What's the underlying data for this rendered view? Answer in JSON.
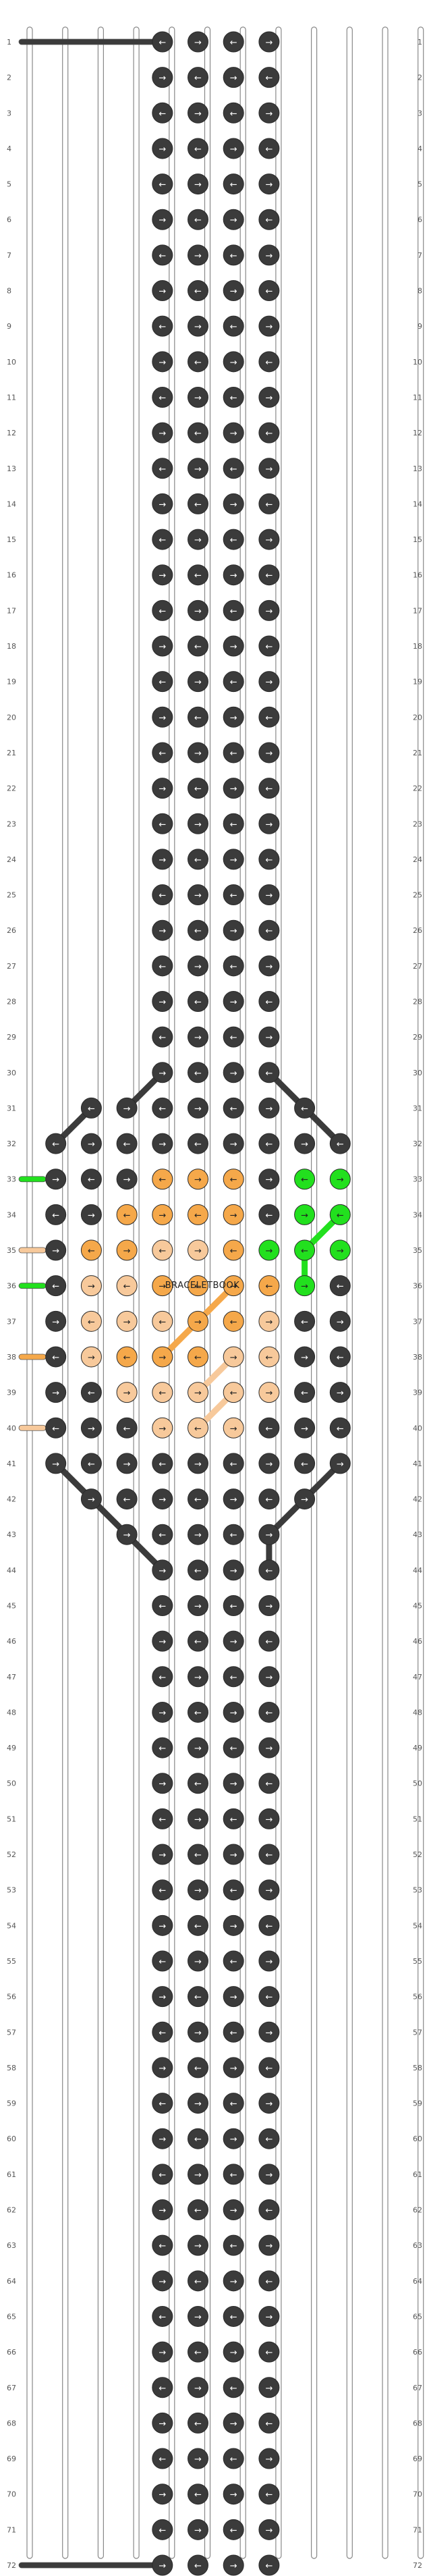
{
  "pattern": {
    "watermark": "BRACELETBOOK",
    "row_count": 72,
    "column_count": 11,
    "colors": {
      "background_knot": "#3b3b3b",
      "orange": "#f5a84a",
      "peach": "#f7c99b",
      "green": "#22e01e",
      "strand_outline": "#888888",
      "arrow_on_dark": "#ffffff",
      "arrow_on_light": "#222222"
    },
    "left_strands": [
      {
        "row": 1,
        "color": "background_knot"
      },
      {
        "row": 33,
        "color": "green"
      },
      {
        "row": 35,
        "color": "peach"
      },
      {
        "row": 36,
        "color": "green"
      },
      {
        "row": 38,
        "color": "orange"
      },
      {
        "row": 40,
        "color": "peach"
      },
      {
        "row": 72,
        "color": "background_knot"
      }
    ],
    "motif_rows": {
      "33": {
        "4": "orange",
        "5": "orange",
        "6": "orange",
        "8": "green",
        "9": "green"
      },
      "34": {
        "3": "orange",
        "4": "orange",
        "5": "orange",
        "6": "orange",
        "8": "green",
        "9": "green"
      },
      "35": {
        "2": "orange",
        "3": "orange",
        "4": "peach",
        "5": "peach",
        "6": "orange",
        "7": "green",
        "8": "green",
        "9": "green"
      },
      "36": {
        "2": "peach",
        "3": "peach",
        "4": "orange",
        "5": "orange",
        "6": "orange",
        "7": "orange",
        "8": "green"
      },
      "37": {
        "2": "peach",
        "3": "peach",
        "4": "peach",
        "5": "orange",
        "6": "orange",
        "7": "peach"
      },
      "38": {
        "2": "peach",
        "3": "orange",
        "4": "orange",
        "5": "orange",
        "6": "peach",
        "7": "peach"
      },
      "39": {
        "3": "peach",
        "4": "peach",
        "5": "peach",
        "6": "peach",
        "7": "peach"
      },
      "40": {
        "4": "peach",
        "5": "peach",
        "6": "peach"
      }
    }
  }
}
